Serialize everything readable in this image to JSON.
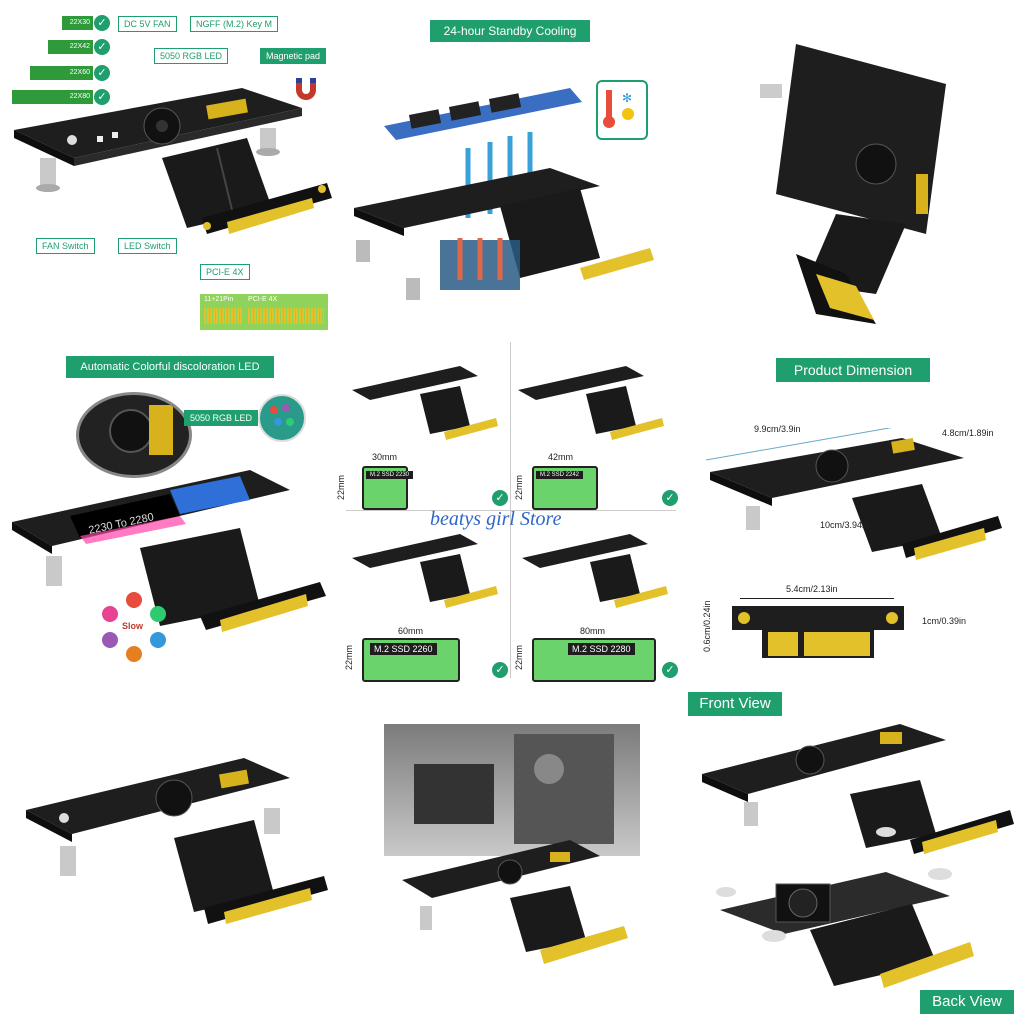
{
  "ssd_sizes": [
    "22X30",
    "22X42",
    "22X60",
    "22X80"
  ],
  "top_left_labels": {
    "fan": "DC 5V  FAN",
    "ngff": "NGFF  (M.2)  Key  M",
    "rgb": "5050  RGB  LED",
    "magnetic": "Magnetic pad",
    "fan_switch": "FAN  Switch",
    "led_switch": "LED  Switch",
    "pcie": "PCI-E  4X",
    "pin_left": "11+21Pin",
    "pin_right": "PCI-E 4X"
  },
  "cooling_banner": "24-hour Standby Cooling",
  "led_banner": "Automatic Colorful discoloration LED",
  "led_callout": "5050 RGB LED",
  "board_text": "2230  To  2280",
  "slow_label": "Slow",
  "ssd_cards": [
    {
      "width": "30mm",
      "height": "22mm",
      "label": "M.2  SSD  2230"
    },
    {
      "width": "42mm",
      "height": "22mm",
      "label": "M.2  SSD  2242"
    },
    {
      "width": "60mm",
      "height": "22mm",
      "label": "M.2  SSD  2260"
    },
    {
      "width": "80mm",
      "height": "22mm",
      "label": "M.2  SSD  2280"
    }
  ],
  "watermark": "beatys girl Store",
  "dimension_banner": "Product Dimension",
  "dimensions": {
    "width": "9.9cm/3.9in",
    "depth": "4.8cm/1.89in",
    "cable": "10cm/3.94in",
    "slot": "5.4cm/2.13in",
    "thickness": "0.6cm/0.24in",
    "height": "1cm/0.39in"
  },
  "front_view": "Front View",
  "back_view": "Back View",
  "colors": {
    "accent": "#1f9e6e",
    "board": "#1e1e1e",
    "gold": "#e2c12a",
    "ssd": "#6bd36b"
  }
}
